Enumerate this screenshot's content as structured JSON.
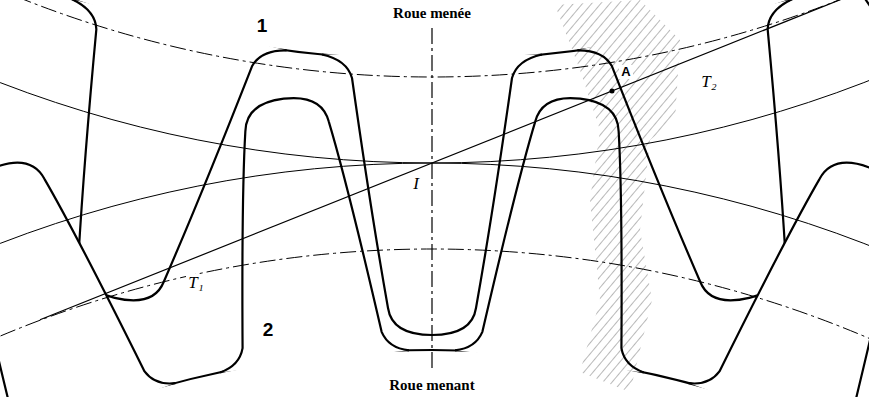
{
  "diagram": {
    "labels": [
      "Roue menée",
      "1",
      "I",
      "A",
      "T₂",
      "T₁",
      "2",
      "Roue menant"
    ]
  }
}
